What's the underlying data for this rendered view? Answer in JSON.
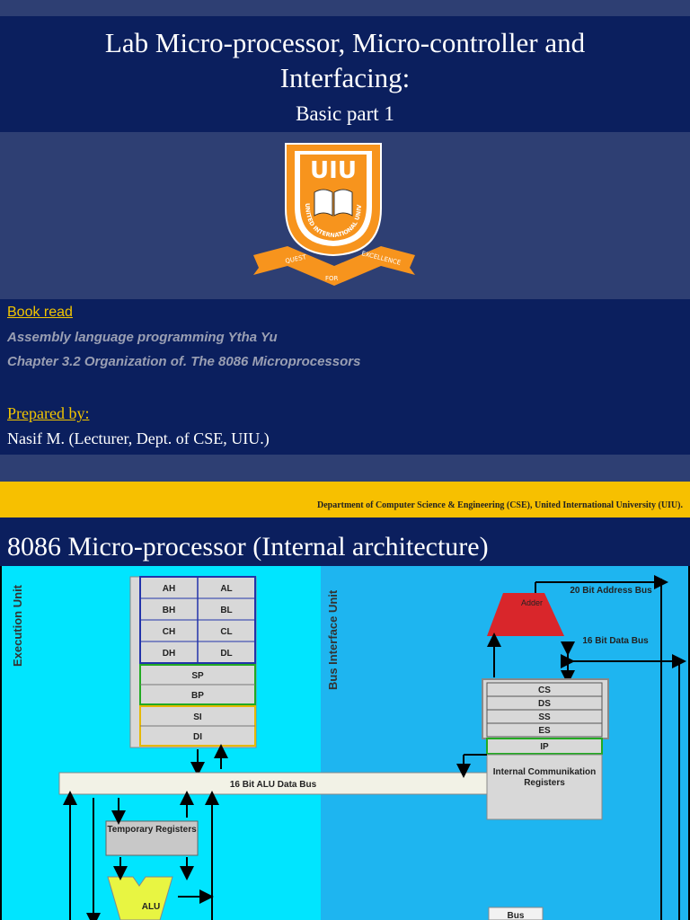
{
  "slide1": {
    "title_line1": "Lab Micro-processor, Micro-controller and",
    "title_line2": "Interfacing:",
    "subtitle": "Basic part 1",
    "logo": {
      "letters": "UIU",
      "ring_text": "UNITED INTERNATIONAL UNIVERSITY",
      "ribbon_left": "QUEST",
      "ribbon_center": "FOR",
      "ribbon_right": "EXCELLENCE",
      "colors": {
        "orange": "#f7941d",
        "white": "#ffffff"
      }
    },
    "book_read_label": "Book read",
    "book_line1": "Assembly language programming Ytha Yu",
    "book_line2": "Chapter 3.2 Organization of. The 8086 Microprocessors",
    "prepared_label": "Prepared by:",
    "prepared_name": "Nasif M. (Lecturer, Dept. of CSE, UIU.)"
  },
  "footer": {
    "department": "Department of Computer Science & Engineering (CSE), United International University (UIU)."
  },
  "slide2": {
    "title": "8086 Micro-processor (Internal architecture)",
    "diagram": {
      "execution_unit_label": "Execution Unit",
      "bus_interface_unit_label": "Bus Interface Unit",
      "general_registers": [
        [
          "AH",
          "AL"
        ],
        [
          "BH",
          "BL"
        ],
        [
          "CH",
          "CL"
        ],
        [
          "DH",
          "DL"
        ]
      ],
      "pointer_registers": [
        "SP",
        "BP"
      ],
      "index_registers": [
        "SI",
        "DI"
      ],
      "segment_registers": [
        "CS",
        "DS",
        "SS",
        "ES"
      ],
      "ip_register": "IP",
      "alu_data_bus": "16 Bit ALU Data Bus",
      "temporary_registers": "Temporary Registers",
      "alu": "ALU",
      "adder": "Adder",
      "address_bus": "20 Bit Address Bus",
      "data_bus": "16 Bit Data Bus",
      "internal_registers": "Internal Communikation Registers",
      "bus_label": "Bus",
      "colors": {
        "eu_bg": "#00e5ff",
        "biu_bg": "#1eb5f0",
        "adder": "#d9262b",
        "alu": "#e8f542"
      }
    }
  }
}
